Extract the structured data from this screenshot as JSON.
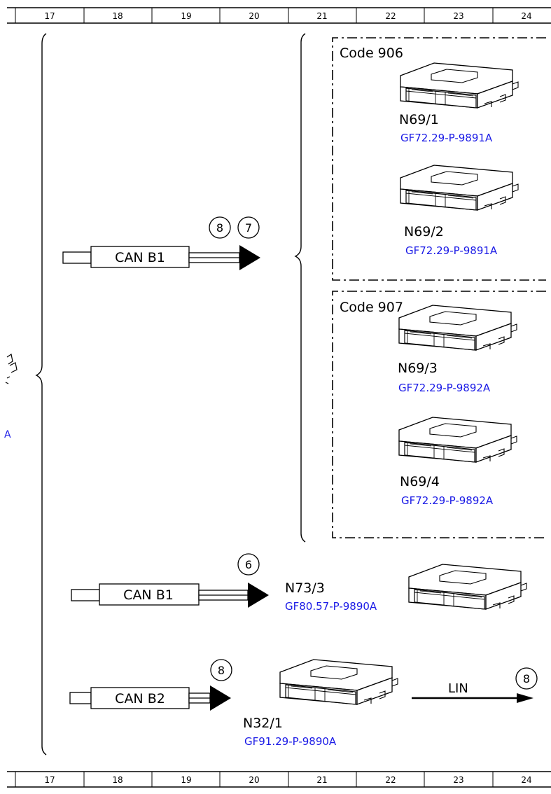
{
  "grid": {
    "top_columns": [
      "17",
      "18",
      "19",
      "20",
      "21",
      "22",
      "23",
      "24"
    ],
    "bottom_columns": [
      "17",
      "18",
      "19",
      "20",
      "21",
      "22",
      "23",
      "24"
    ]
  },
  "left_edge": {
    "partial_ref": "A"
  },
  "bus_can_b1_upper": {
    "label": "CAN B1",
    "markers": [
      "8",
      "7"
    ]
  },
  "group_906": {
    "code": "Code 906",
    "modules": [
      {
        "id": "N69/1",
        "ref": "GF72.29-P-9891A"
      },
      {
        "id": "N69/2",
        "ref": "GF72.29-P-9891A"
      }
    ]
  },
  "group_907": {
    "code": "Code 907",
    "modules": [
      {
        "id": "N69/3",
        "ref": "GF72.29-P-9892A"
      },
      {
        "id": "N69/4",
        "ref": "GF72.29-P-9892A"
      }
    ]
  },
  "bus_can_b1_lower": {
    "label": "CAN B1",
    "marker": "6",
    "module": {
      "id": "N73/3",
      "ref": "GF80.57-P-9890A"
    }
  },
  "bus_can_b2": {
    "label": "CAN B2",
    "marker": "8",
    "module": {
      "id": "N32/1",
      "ref": "GF91.29-P-9890A"
    },
    "lin_label": "LIN",
    "lin_marker": "8"
  }
}
